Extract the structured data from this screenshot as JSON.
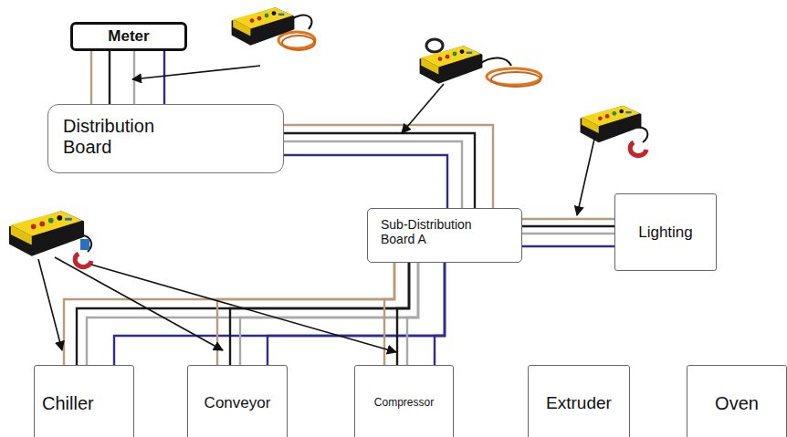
{
  "diagram": {
    "nodes": [
      {
        "text": [
          "Meter"
        ]
      },
      {
        "text": [
          "Distribution Board"
        ]
      },
      {
        "text": [
          "Sub-Distribution Board A"
        ]
      },
      {
        "text": [
          "Lighting"
        ]
      },
      {
        "text": [
          "Chiller"
        ]
      },
      {
        "text": [
          "Conveyor"
        ]
      },
      {
        "text": [
          "Compressor"
        ]
      },
      {
        "text": [
          "Extruder"
        ]
      },
      {
        "text": [
          "Oven"
        ]
      }
    ],
    "edges": [
      {
        "from": 0,
        "to": 1,
        "arrow": "none"
      },
      {
        "from": 1,
        "to": 2,
        "arrow": "none"
      },
      {
        "from": 2,
        "to": 3,
        "arrow": "none"
      },
      {
        "from": 2,
        "to": 4,
        "arrow": "none"
      },
      {
        "from": 2,
        "to": 5,
        "arrow": "none"
      },
      {
        "from": 2,
        "to": 6,
        "arrow": "none"
      }
    ]
  }
}
